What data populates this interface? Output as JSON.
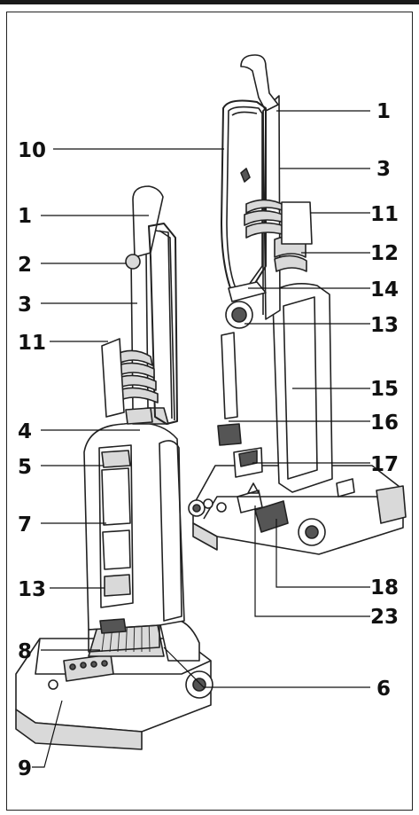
{
  "colors": {
    "ink": "#111111",
    "outline": "#222222",
    "fill_light": "#ffffff",
    "fill_gray": "#d9d9d9",
    "fill_dark": "#555555"
  },
  "callouts": {
    "c1_right": "1",
    "c3_right": "3",
    "c11_right": "11",
    "c12": "12",
    "c14": "14",
    "c13_right": "13",
    "c15": "15",
    "c16": "16",
    "c17": "17",
    "c18": "18",
    "c23": "23",
    "c10": "10",
    "c1_left": "1",
    "c2": "2",
    "c3_left": "3",
    "c11_left": "11",
    "c4": "4",
    "c5": "5",
    "c7": "7",
    "c13_left": "13",
    "c8": "8",
    "c6": "6",
    "c9": "9"
  },
  "illustrations": [
    "upright-vacuum-front-view",
    "upright-vacuum-rear-view"
  ]
}
